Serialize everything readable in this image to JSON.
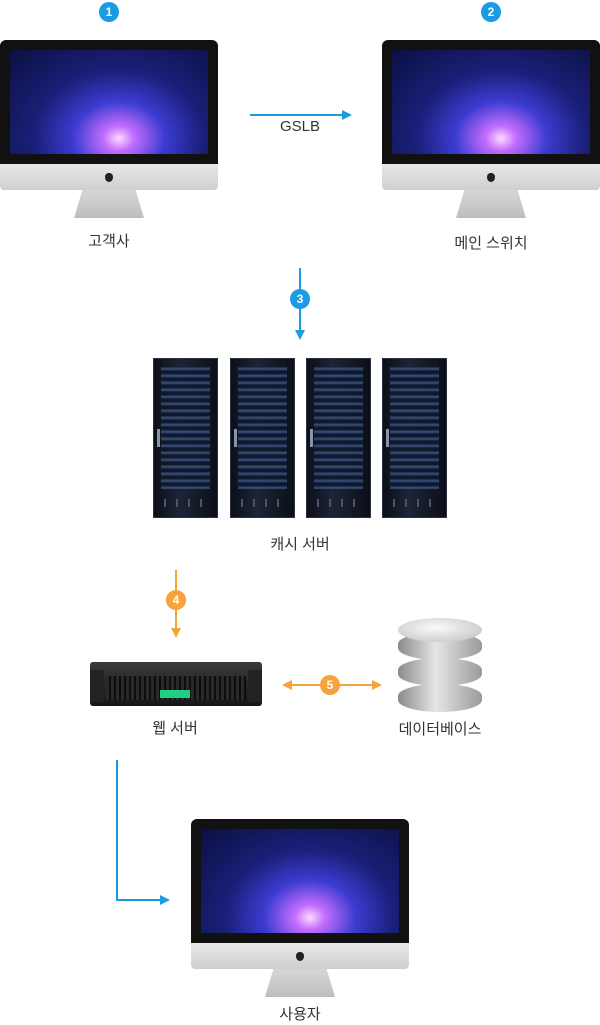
{
  "nodes": {
    "client": {
      "label": "고객사"
    },
    "switch": {
      "label": "메인 스위치"
    },
    "cache": {
      "label": "캐시 서버"
    },
    "web": {
      "label": "웹 서버"
    },
    "database": {
      "label": "데이터베이스"
    },
    "user": {
      "label": "사용자"
    }
  },
  "edges": {
    "client_to_switch": {
      "label": "GSLB"
    }
  },
  "steps": [
    "1",
    "2",
    "3",
    "4",
    "5"
  ],
  "colors": {
    "blue": "#1a9be4",
    "orange": "#f5a33a"
  }
}
